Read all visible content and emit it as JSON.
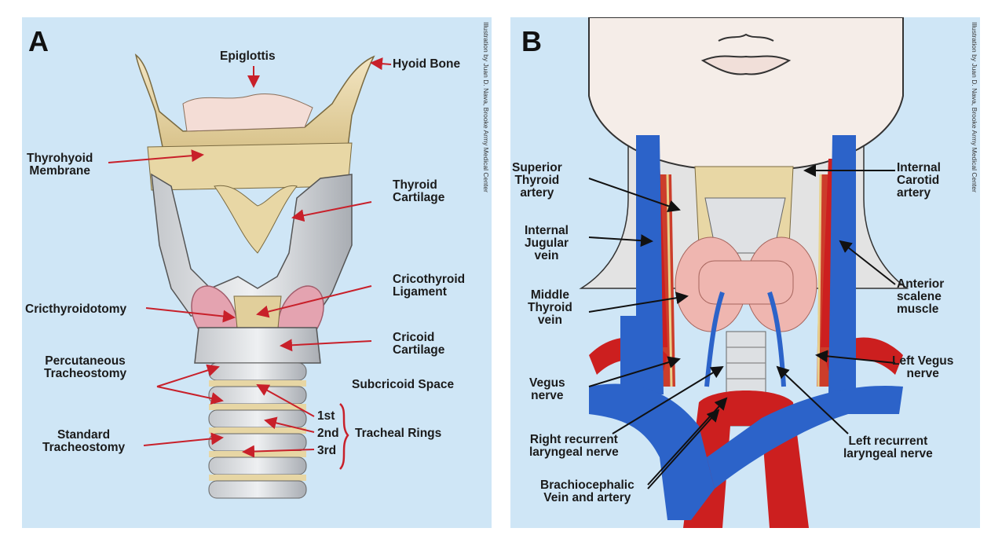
{
  "panel_a": {
    "letter": "A",
    "credit": "Illustration by Juan D. Nava, Brooke Army Medical Center",
    "labels": {
      "epiglottis": "Epiglottis",
      "hyoid_bone": "Hyoid Bone",
      "thyrohyoid_membrane": "Thyrohyoid\nMembrane",
      "thyroid_cartilage": "Thyroid\nCartilage",
      "cricothyroid_ligament": "Cricothyroid\nLigament",
      "cricthyroidotomy": "Cricthyroidotomy",
      "cricoid_cartilage": "Cricoid\nCartilage",
      "percutaneous_tracheostomy": "Percutaneous\nTracheostomy",
      "subcricoid_space": "Subcricoid Space",
      "ring_1st": "1st",
      "ring_2nd": "2nd",
      "ring_3rd": "3rd",
      "tracheal_rings": "Tracheal Rings",
      "standard_tracheostomy": "Standard\nTracheostomy"
    }
  },
  "panel_b": {
    "letter": "B",
    "credit": "Illustration by Juan D. Nava, Brooke Army Medical Center",
    "labels": {
      "superior_thyroid_artery": "Superior\nThyroid\nartery",
      "internal_carotid_artery": "Internal\nCarotid\nartery",
      "internal_jugular_vein": "Internal\nJugular\nvein",
      "anterior_scalene_muscle": "Anterior\nscalene\nmuscle",
      "middle_thyroid_vein": "Middle\nThyroid\nvein",
      "vegus_nerve": "Vegus\nnerve",
      "left_vegus_nerve": "Left Vegus\nnerve",
      "right_recurrent_laryngeal_nerve": "Right recurrent\nlaryngeal nerve",
      "left_recurrent_laryngeal_nerve": "Left recurrent\nlaryngeal nerve",
      "brachiocephalic_vein_and_artery": "Brachiocephalic\nVein and artery"
    }
  },
  "colors": {
    "background": "#cfe6f6",
    "arrow_red": "#c8202a",
    "vein_blue": "#2c63c9",
    "artery_red": "#cc1f1f",
    "cartilage_tan": "#e7d6a4",
    "cartilage_gray": "#cfd2d6",
    "thyroid_pink": "#efb6b0"
  }
}
